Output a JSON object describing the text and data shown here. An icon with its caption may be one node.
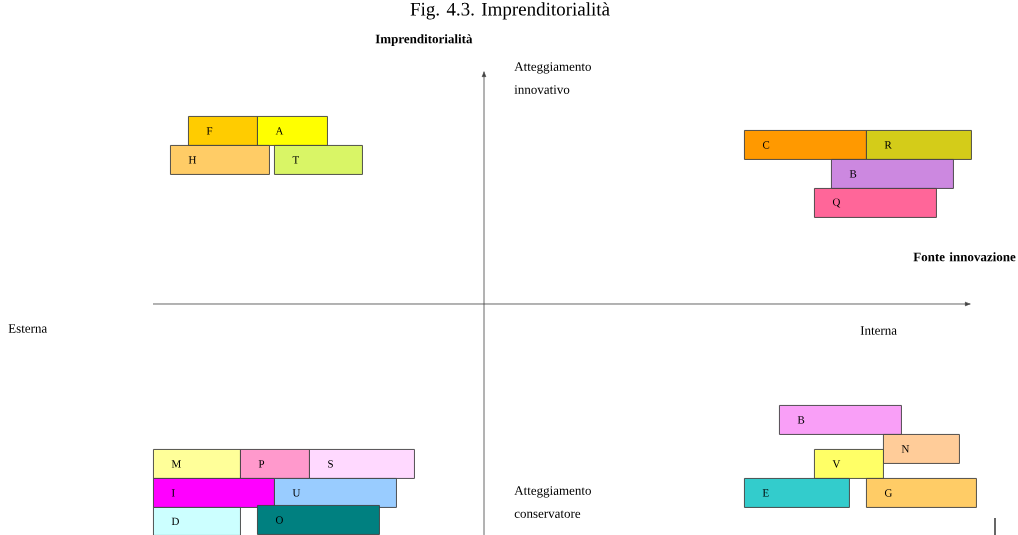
{
  "diagram": {
    "title": "Fig.  4.3. Imprenditorialità",
    "nodes": [
      {
        "text": [
          "F"
        ]
      },
      {
        "text": [
          "A"
        ]
      },
      {
        "text": [
          "H"
        ]
      },
      {
        "text": [
          "T"
        ]
      },
      {
        "text": [
          "C"
        ]
      },
      {
        "text": [
          "R"
        ]
      },
      {
        "text": [
          "B"
        ]
      },
      {
        "text": [
          "Q"
        ]
      },
      {
        "text": [
          "B"
        ]
      },
      {
        "text": [
          "N"
        ]
      },
      {
        "text": [
          "V"
        ]
      },
      {
        "text": [
          "E"
        ]
      },
      {
        "text": [
          "G"
        ]
      },
      {
        "text": [
          "M"
        ]
      },
      {
        "text": [
          "P"
        ]
      },
      {
        "text": [
          "S"
        ]
      },
      {
        "text": [
          "I"
        ]
      },
      {
        "text": [
          "U"
        ]
      },
      {
        "text": [
          "D"
        ]
      },
      {
        "text": [
          "O"
        ]
      }
    ],
    "labels": [
      "Imprenditorialità",
      "Atteggiamento innovativo",
      "Fonte innovazione",
      "Esterna",
      "Interna",
      "Atteggiamento conservatore"
    ]
  }
}
